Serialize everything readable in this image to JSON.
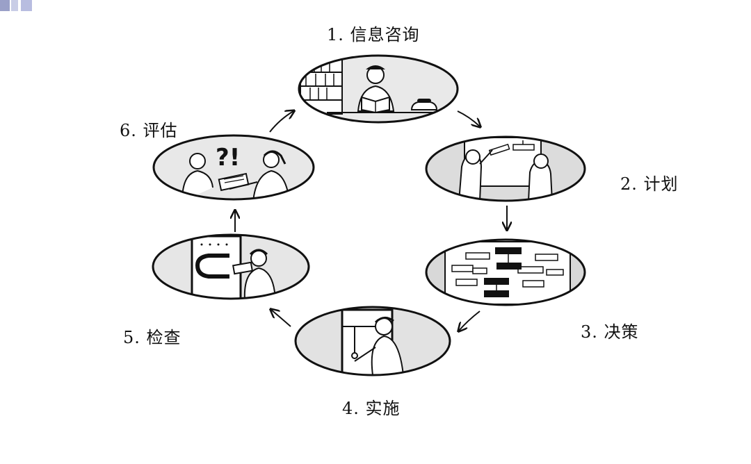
{
  "colors": {
    "ink": "#111111",
    "shade": "#cfcfcf",
    "accent": "#9aa0c8"
  },
  "stages": [
    {
      "label": "1. 信息咨询",
      "icon": "reading-at-desk-icon"
    },
    {
      "label": "2. 计划",
      "icon": "planning-board-icon"
    },
    {
      "label": "3. 决策",
      "icon": "decision-chart-icon"
    },
    {
      "label": "4. 实施",
      "icon": "working-at-machine-icon"
    },
    {
      "label": "5. 检查",
      "icon": "inspection-icon"
    },
    {
      "label": "6. 评估",
      "icon": "evaluation-discussion-icon"
    }
  ]
}
